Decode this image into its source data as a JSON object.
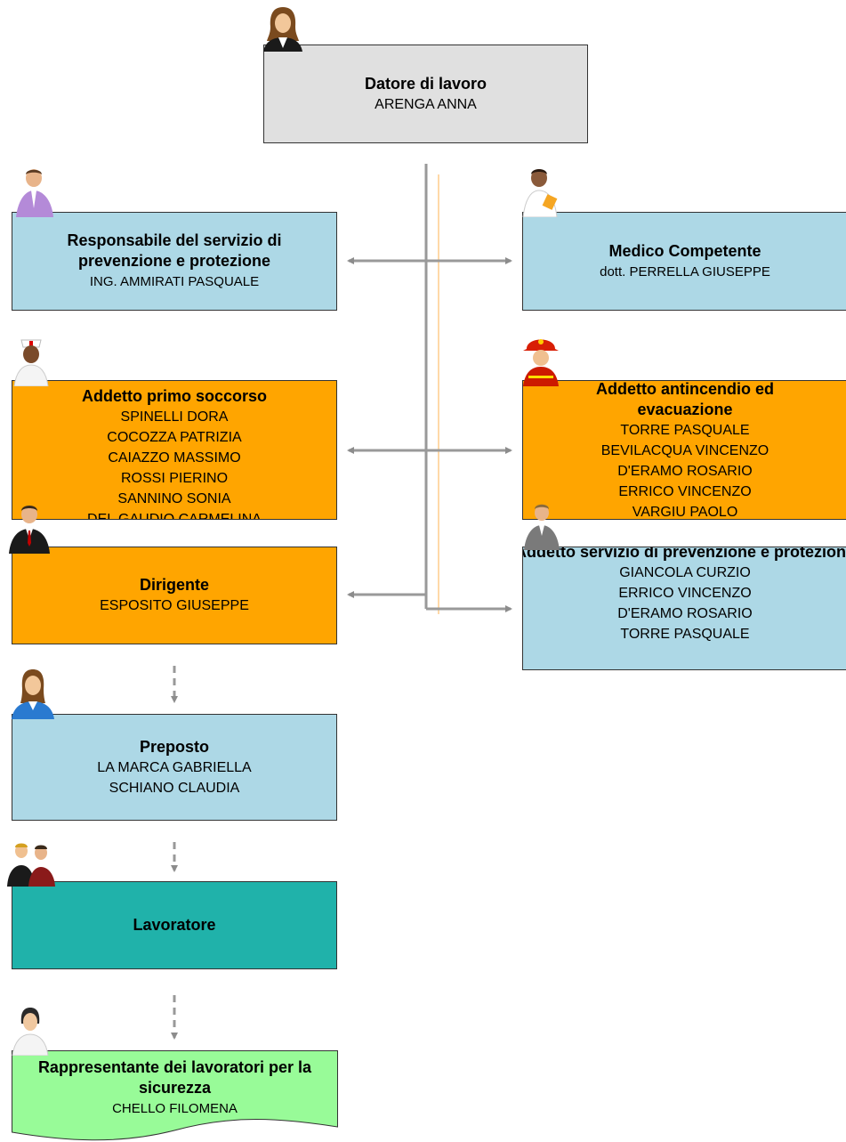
{
  "nodes": {
    "datore": {
      "title": "Datore di lavoro",
      "names": [
        "ARENGA ANNA"
      ]
    },
    "rspp": {
      "title": "Responsabile del servizio di prevenzione e protezione",
      "names": [
        "ING. AMMIRATI PASQUALE"
      ]
    },
    "medico": {
      "title": "Medico Competente",
      "names": [
        "dott. PERRELLA GIUSEPPE"
      ]
    },
    "primo_soccorso": {
      "title": "Addetto primo soccorso",
      "names": [
        "SPINELLI DORA",
        "COCOZZA PATRIZIA",
        "CAIAZZO MASSIMO",
        "ROSSI PIERINO",
        "SANNINO SONIA",
        "DEL GAUDIO CARMELINA"
      ]
    },
    "antincendio": {
      "title": "Addetto antincendio ed evacuazione",
      "names": [
        "TORRE PASQUALE",
        "BEVILACQUA VINCENZO",
        "D'ERAMO ROSARIO",
        "ERRICO VINCENZO",
        "VARGIU PAOLO"
      ]
    },
    "dirigente": {
      "title": "Dirigente",
      "names": [
        "ESPOSITO GIUSEPPE"
      ]
    },
    "aspp": {
      "title": "Addetto servizio di prevenzione e protezione",
      "names": [
        "GIANCOLA CURZIO",
        "ERRICO VINCENZO",
        "D'ERAMO ROSARIO",
        "TORRE PASQUALE"
      ]
    },
    "preposto": {
      "title": "Preposto",
      "names": [
        "LA MARCA GABRIELLA",
        "SCHIANO CLAUDIA"
      ]
    },
    "lavoratore": {
      "title": "Lavoratore",
      "names": []
    },
    "rls": {
      "title": "Rappresentante dei lavoratori per la sicurezza",
      "names": [
        "CHELLO FILOMENA"
      ]
    }
  },
  "colors": {
    "grey": "#e0e0e0",
    "light_blue": "#add8e6",
    "orange": "#ffa500",
    "teal": "#20b2aa",
    "light_green": "#98fb98",
    "connector": "#8c8c8c"
  },
  "icons": {
    "datore": "businesswoman-icon",
    "rspp": "office-worker-icon",
    "medico": "doctor-icon",
    "primo_soccorso": "nurse-icon",
    "antincendio": "firefighter-icon",
    "dirigente": "manager-icon",
    "aspp": "businessman-icon",
    "preposto": "supervisor-icon",
    "lavoratore": "workers-group-icon",
    "rls": "representative-icon"
  }
}
